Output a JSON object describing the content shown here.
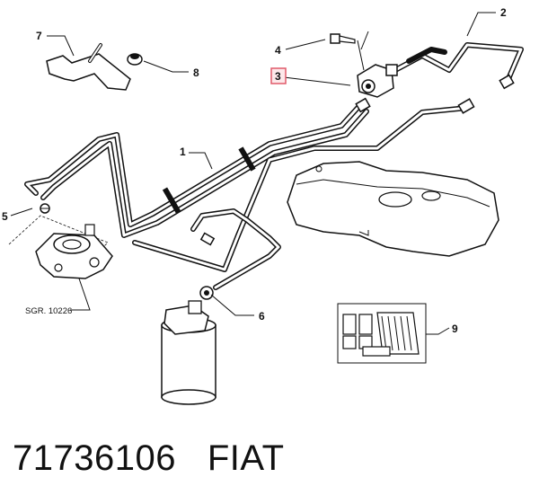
{
  "callouts": [
    {
      "id": "1",
      "label": "1"
    },
    {
      "id": "2",
      "label": "2"
    },
    {
      "id": "3",
      "label": "3",
      "highlighted": true
    },
    {
      "id": "4",
      "label": "4"
    },
    {
      "id": "5",
      "label": "5"
    },
    {
      "id": "6",
      "label": "6"
    },
    {
      "id": "7",
      "label": "7"
    },
    {
      "id": "8",
      "label": "8"
    },
    {
      "id": "9",
      "label": "9"
    }
  ],
  "reference": "SGR. 10226",
  "part_number": "71736106",
  "brand": "FIAT",
  "colors": {
    "line": "#111111",
    "highlight_box": "#e05a6a",
    "highlight_fill": "#fde8ea",
    "background": "#ffffff"
  }
}
